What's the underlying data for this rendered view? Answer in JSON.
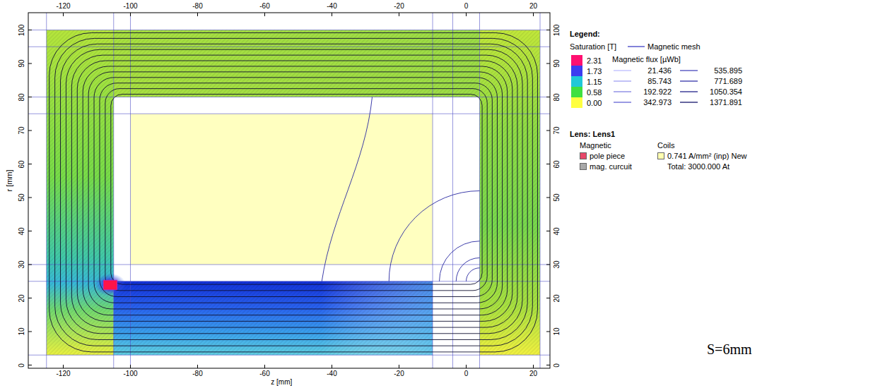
{
  "diagram": {
    "labels": [
      "-120",
      "-100",
      "-80",
      "-60",
      "-40",
      "-20",
      "0",
      "20",
      "0",
      "10",
      "20",
      "30",
      "40",
      "50",
      "60",
      "70",
      "80",
      "90",
      "100",
      "0",
      "10",
      "20",
      "30",
      "40",
      "50",
      "60",
      "70",
      "80",
      "90",
      "100",
      "-120",
      "-100",
      "-80",
      "-60",
      "-40",
      "-20",
      "0",
      "20",
      "r [mm]",
      "z [mm]",
      "Legend:",
      "Saturation [T]",
      "Magnetic flux [µWb]",
      "Lens: Lens1",
      "Magnetic",
      "Coils",
      "Total: 3000.000 At",
      "S=6mm"
    ],
    "legend": [
      {
        "text": "Magnetic mesh"
      },
      {
        "text": "2.31",
        "color": "#ff1070"
      },
      {
        "text": "1.73",
        "color": "#3c3cf0"
      },
      {
        "text": "1.15",
        "color": "#20c8d8"
      },
      {
        "text": "0.58",
        "color": "#40e040"
      },
      {
        "text": "0.00",
        "color": "#ffff40"
      },
      {
        "text": "21.436"
      },
      {
        "text": "85.743"
      },
      {
        "text": "192.922"
      },
      {
        "text": "342.973"
      },
      {
        "text": "535.895"
      },
      {
        "text": "771.689"
      },
      {
        "text": "1050.354"
      },
      {
        "text": "1371.891"
      },
      {
        "text": "pole piece",
        "color": "#e8486a"
      },
      {
        "text": "mag. curcuit",
        "color": "#a8a8a8"
      },
      {
        "text": "0.741 A/mm² (inp) New",
        "color": "#ffffb0"
      }
    ]
  }
}
